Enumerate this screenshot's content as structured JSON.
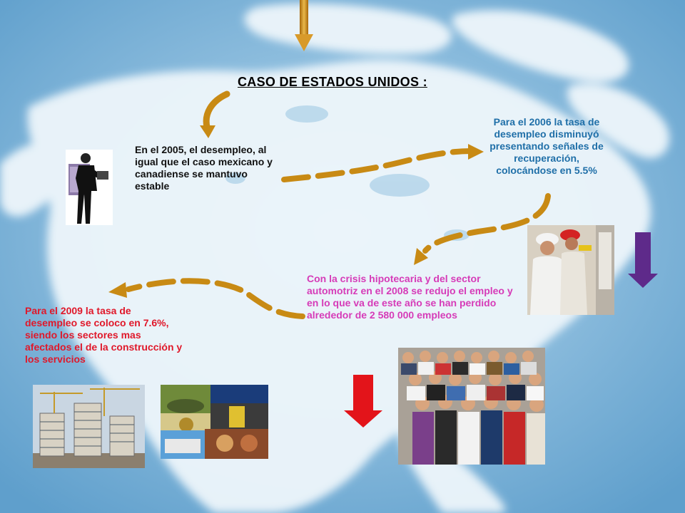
{
  "slide": {
    "title": "CASO DE ESTADOS UNIDOS :",
    "text_2005": "En el 2005, el desempleo, al igual que el caso mexicano y canadiense se mantuvo estable",
    "text_2006": "Para el 2006 la tasa de desempleo disminuyó presentando señales de recuperación, colocándose en 5.5%",
    "text_2008": "Con la crisis hipotecaria y del sector automotriz en el 2008 se redujo el empleo y en lo que va de este año se han perdido alrededor de 2 580 000 empleos",
    "text_2009": "Para el 2009 la tasa de desempleo se coloco en 7.6%, siendo los sectores mas afectados el de la construcción y los servicios"
  },
  "icons": {
    "background": "north-america-map",
    "arrow_top": "down-arrow-icon",
    "arrow_purple": "down-arrow-icon",
    "arrow_red": "down-arrow-icon",
    "connectors": "curved-dashed-arrow-icon",
    "pictures": [
      "businessman-photo",
      "workers-photo",
      "people-group-photo",
      "buildings-construction-photo",
      "services-collage-photo"
    ]
  },
  "colors": {
    "ocean": "#7fb6dc",
    "land": "#eef6fb",
    "connector": "#c88a14",
    "text_2005": "#111111",
    "text_2006": "#1f6fa8",
    "text_2008": "#d63bb8",
    "text_2009": "#e0182a",
    "arrow_purple": "#5e2a8a",
    "arrow_red": "#e3141a"
  }
}
